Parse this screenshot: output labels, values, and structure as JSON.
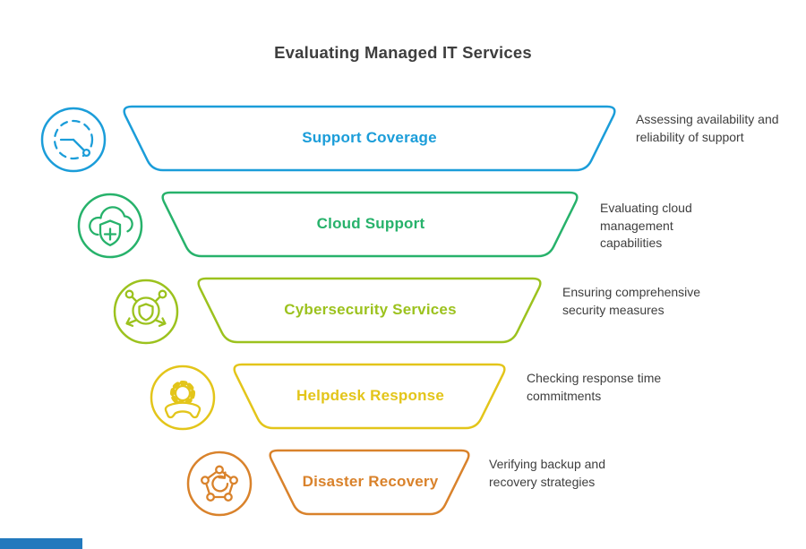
{
  "title": "Evaluating Managed IT Services",
  "text_color": "#3e3e3e",
  "accent_bar_color": "#2279bd",
  "rows": [
    {
      "label": "Support Coverage",
      "description": "Assessing availability and reliability of support",
      "color": "#1b9dd9",
      "icon": "uptime-clock-icon"
    },
    {
      "label": "Cloud Support",
      "description": "Evaluating cloud management capabilities",
      "color": "#27b26b",
      "icon": "cloud-shield-plus-icon"
    },
    {
      "label": "Cybersecurity Services",
      "description": "Ensuring comprehensive security measures",
      "color": "#9cc21e",
      "icon": "network-shield-icon"
    },
    {
      "label": "Helpdesk Response",
      "description": "Checking response time commitments",
      "color": "#e3c51a",
      "icon": "gear-handset-icon"
    },
    {
      "label": "Disaster Recovery",
      "description": "Verifying backup and recovery strategies",
      "color": "#d9822b",
      "icon": "recovery-network-icon"
    }
  ]
}
